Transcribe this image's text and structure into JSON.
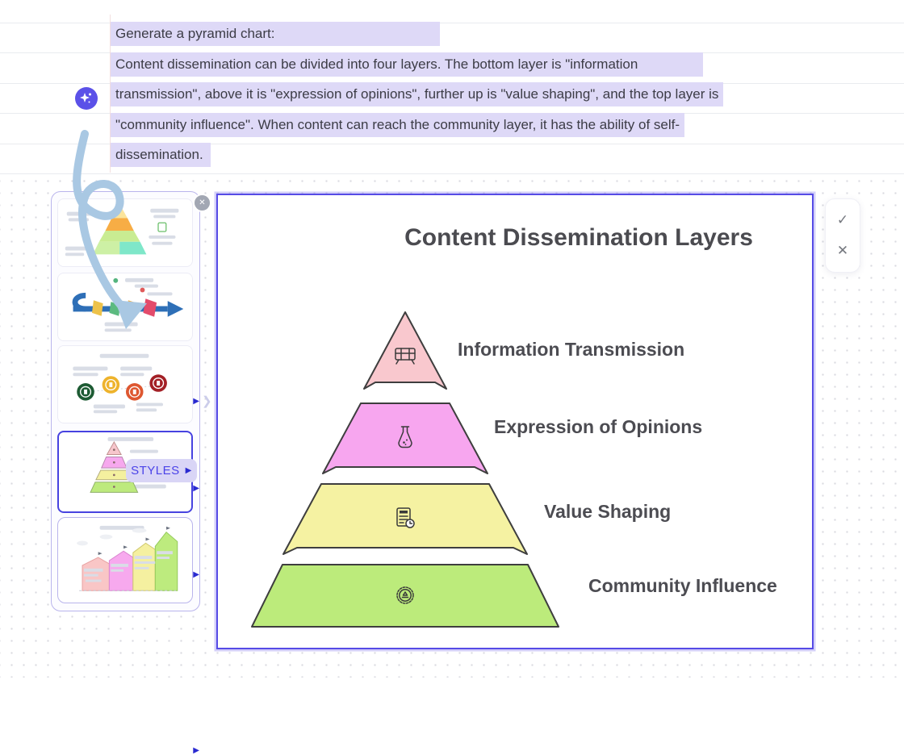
{
  "theme": {
    "accent": "#564be6",
    "highlight": "#ded9f7",
    "avatar_color": "#5b51e8"
  },
  "prompt": {
    "lines": [
      "Generate a pyramid chart:",
      "Content dissemination can be divided into four layers. The bottom layer is \"information",
      "transmission\", above it is \"expression of opinions\", further up is \"value shaping\", and the top layer is",
      "\"community influence\". When content can reach the community layer, it has the ability of self-",
      "dissemination."
    ]
  },
  "assistant": {
    "avatar_icon": "sparkle-icon"
  },
  "styles_panel": {
    "label": "STYLES",
    "close_glyph": "✕",
    "cue_glyph": "▶",
    "thumbnails": [
      {
        "name": "pyramid-3d-style"
      },
      {
        "name": "timeline-arrow-style"
      },
      {
        "name": "circle-milestones-style"
      },
      {
        "name": "flat-pyramid-style",
        "selected": true
      },
      {
        "name": "mountain-chart-style"
      }
    ]
  },
  "canvas": {
    "title": "Content Dissemination Layers",
    "actions": {
      "approve_glyph": "✓",
      "reject_glyph": "✕"
    },
    "pyramid": {
      "layers": [
        {
          "label": "Information Transmission",
          "color": "#f9c8ce",
          "icon": "presentation-board-icon"
        },
        {
          "label": "Expression of Opinions",
          "color": "#f7a6ef",
          "icon": "flask-icon"
        },
        {
          "label": "Value Shaping",
          "color": "#f5f2a2",
          "icon": "document-clock-icon"
        },
        {
          "label": "Community Influence",
          "color": "#bceb7b",
          "icon": "community-seal-icon"
        }
      ]
    }
  },
  "chart_data": {
    "type": "pyramid",
    "title": "Content Dissemination Layers",
    "categories_top_to_bottom": [
      "Information Transmission",
      "Expression of Opinions",
      "Value Shaping",
      "Community Influence"
    ],
    "levels": [
      4,
      3,
      2,
      1
    ],
    "colors": [
      "#f9c8ce",
      "#f7a6ef",
      "#f5f2a2",
      "#bceb7b"
    ]
  }
}
